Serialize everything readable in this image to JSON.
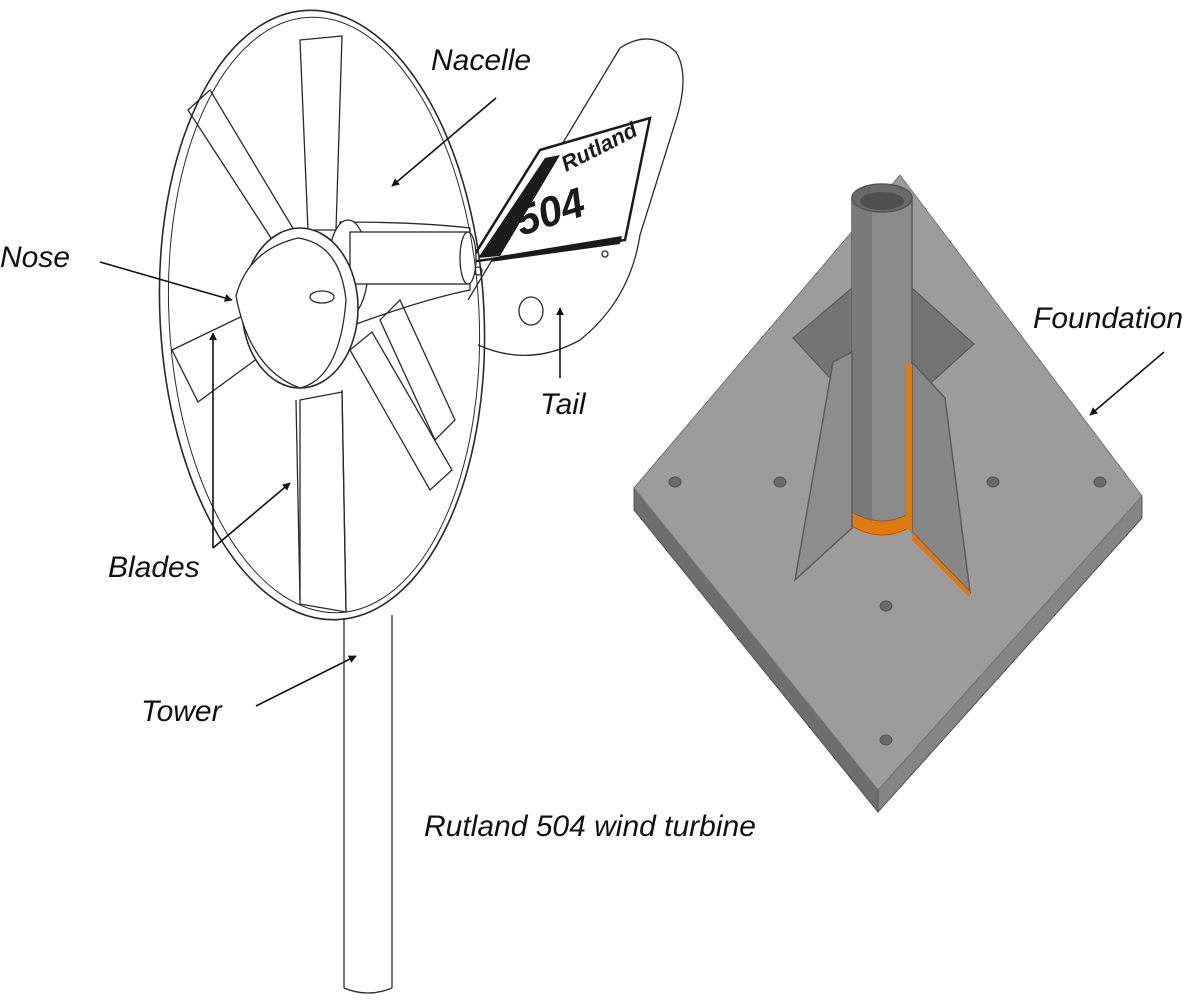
{
  "labels": {
    "nacelle": "Nacelle",
    "nose": "Nose",
    "tail": "Tail",
    "blades": "Blades",
    "tower": "Tower",
    "foundation": "Foundation"
  },
  "caption": "Rutland 504 wind turbine",
  "tail_logo": {
    "brand": "Rutland",
    "model": "504"
  },
  "colors": {
    "line": "#2a2a2a",
    "foundation_top": "#9c9c9c",
    "foundation_side": "#6e6e6e",
    "foundation_front": "#858585",
    "tube": "#8a8a8a",
    "weld": "#e07a10",
    "arrow": "#111111"
  }
}
